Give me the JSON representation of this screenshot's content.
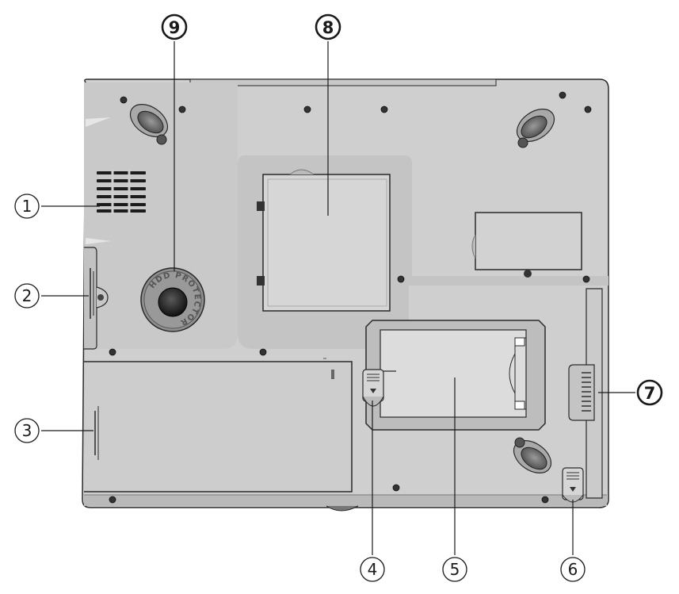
{
  "diagram": {
    "callouts": [
      {
        "id": "c1",
        "label": "1",
        "style": "outline"
      },
      {
        "id": "c2",
        "label": "2",
        "style": "outline"
      },
      {
        "id": "c3",
        "label": "3",
        "style": "outline"
      },
      {
        "id": "c4",
        "label": "4",
        "style": "outline"
      },
      {
        "id": "c5",
        "label": "5",
        "style": "outline"
      },
      {
        "id": "c6",
        "label": "6",
        "style": "outline"
      },
      {
        "id": "c7",
        "label": "7",
        "style": "bold"
      },
      {
        "id": "c8",
        "label": "8",
        "style": "bold"
      },
      {
        "id": "c9",
        "label": "9",
        "style": "bold"
      }
    ],
    "hdd_protector_text": "HDD PROTECTOR",
    "colors": {
      "body": "#cfcfcf",
      "panel": "#c6c6c6",
      "light_panel": "#dcdcdc",
      "outline": "#2a2a2a",
      "screw": "#333333",
      "callout_line": "#1a1a1a"
    }
  }
}
